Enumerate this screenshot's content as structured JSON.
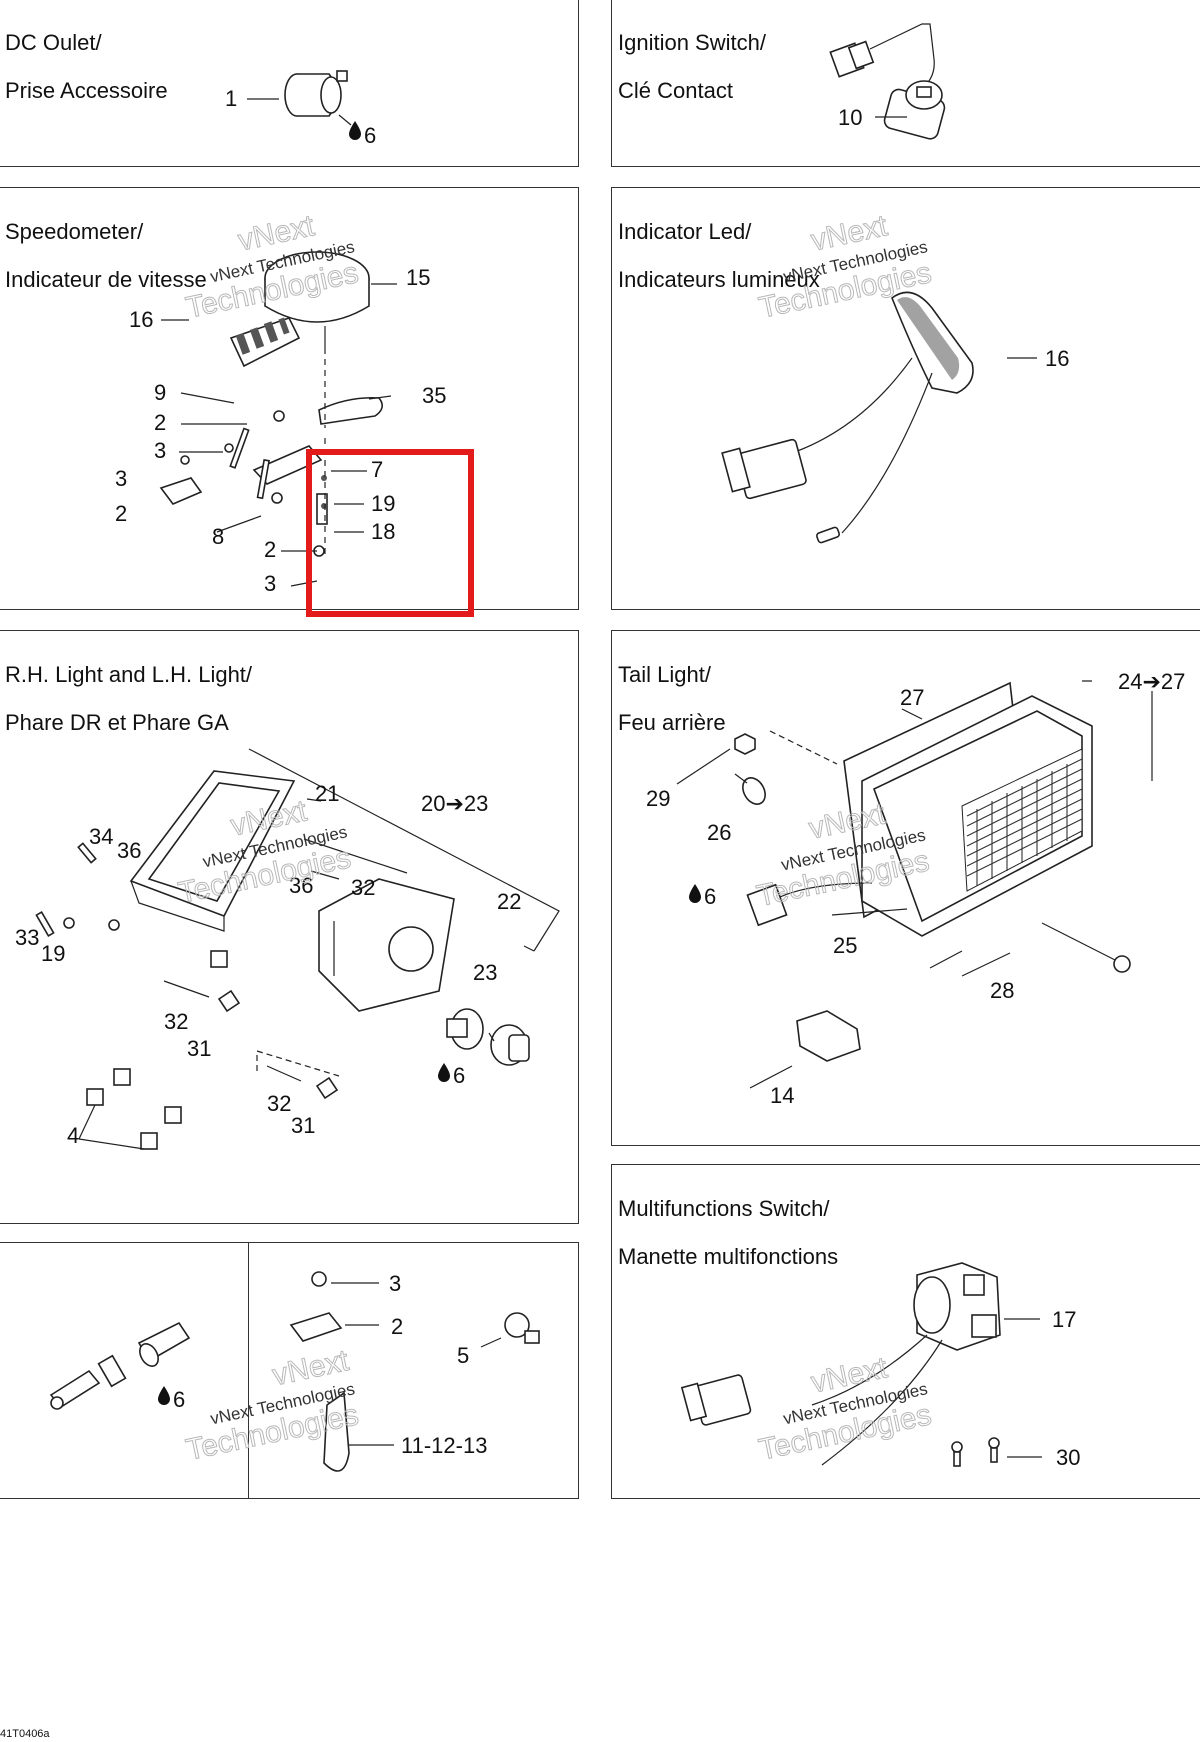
{
  "panels": {
    "dc_outlet": {
      "title_line1": "DC Oulet/",
      "title_line2": "Prise Accessoire",
      "callouts": [
        "1",
        "6"
      ]
    },
    "ignition": {
      "title_line1": "Ignition Switch/",
      "title_line2": "Clé Contact",
      "callouts": [
        "10"
      ]
    },
    "speedometer": {
      "title_line1": "Speedometer/",
      "title_line2": "Indicateur de vitesse",
      "callouts": [
        "15",
        "16",
        "9",
        "2",
        "3",
        "35",
        "7",
        "3",
        "19",
        "2",
        "18",
        "8",
        "2",
        "3"
      ]
    },
    "indicator_led": {
      "title_line1": "Indicator Led/",
      "title_line2": "Indicateurs lumineux",
      "callouts": [
        "16"
      ]
    },
    "lights": {
      "title_line1": "R.H. Light and L.H. Light/",
      "title_line2": "Phare DR et Phare GA",
      "callouts": [
        "21",
        "20➔23",
        "34",
        "36",
        "36",
        "32",
        "22",
        "33",
        "19",
        "23",
        "32",
        "31",
        "6",
        "32",
        "4",
        "31"
      ]
    },
    "tail_light": {
      "title_line1": "Tail Light/",
      "title_line2": "Feu arrière",
      "callouts": [
        "24➔27",
        "27",
        "29",
        "26",
        "6",
        "25",
        "28",
        "14"
      ]
    },
    "multifunction": {
      "title_line1": "Multifunctions Switch/",
      "title_line2": "Manette multifonctions",
      "callouts": [
        "17",
        "30"
      ]
    },
    "connectors": {
      "callouts": [
        "6",
        "3",
        "2",
        "5",
        "11-12-13"
      ]
    }
  },
  "watermark": {
    "line1": "vNext",
    "line2": "vNext Technologies",
    "line3": "Technologies"
  },
  "footer": {
    "code": "41T0406a"
  },
  "highlight": {
    "color": "#e31b1b"
  }
}
